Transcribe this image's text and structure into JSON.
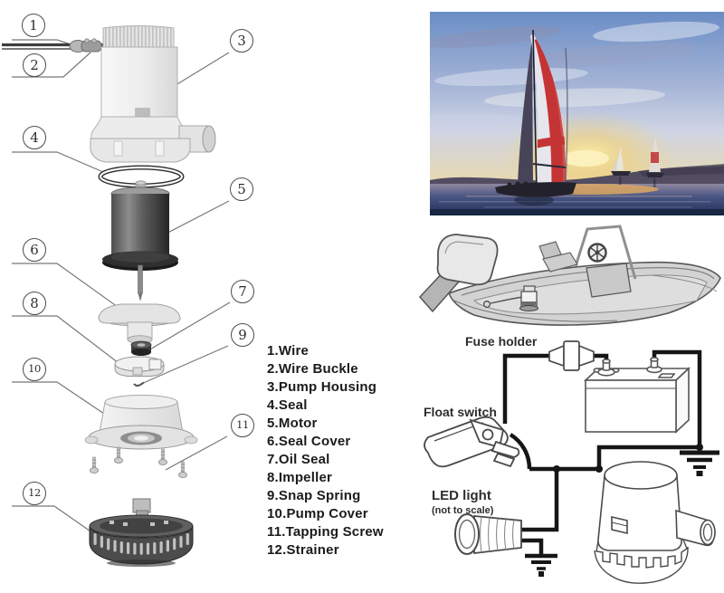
{
  "exploded_diagram": {
    "callouts": [
      "1",
      "2",
      "3",
      "4",
      "5",
      "6",
      "7",
      "8",
      "9",
      "10",
      "11",
      "12"
    ]
  },
  "parts_list": {
    "items": [
      "1.Wire",
      "2.Wire Buckle",
      "3.Pump Housing",
      "4.Seal",
      "5.Motor",
      "6.Seal Cover",
      "7.Oil Seal",
      "8.Impeller",
      "9.Snap Spring",
      "10.Pump Cover",
      "11.Tapping Screw",
      "12.Strainer"
    ]
  },
  "wiring_diagram": {
    "fuse_holder_label": "Fuse holder",
    "float_switch_label": "Float switch",
    "led_light_label": "LED light",
    "led_light_note": "(not to scale)"
  },
  "colors": {
    "wiring_line": "#161616",
    "drawing_outline": "#4a4a4a",
    "sail_red": "#c53434",
    "sunset_yellow": "#f3d878"
  }
}
